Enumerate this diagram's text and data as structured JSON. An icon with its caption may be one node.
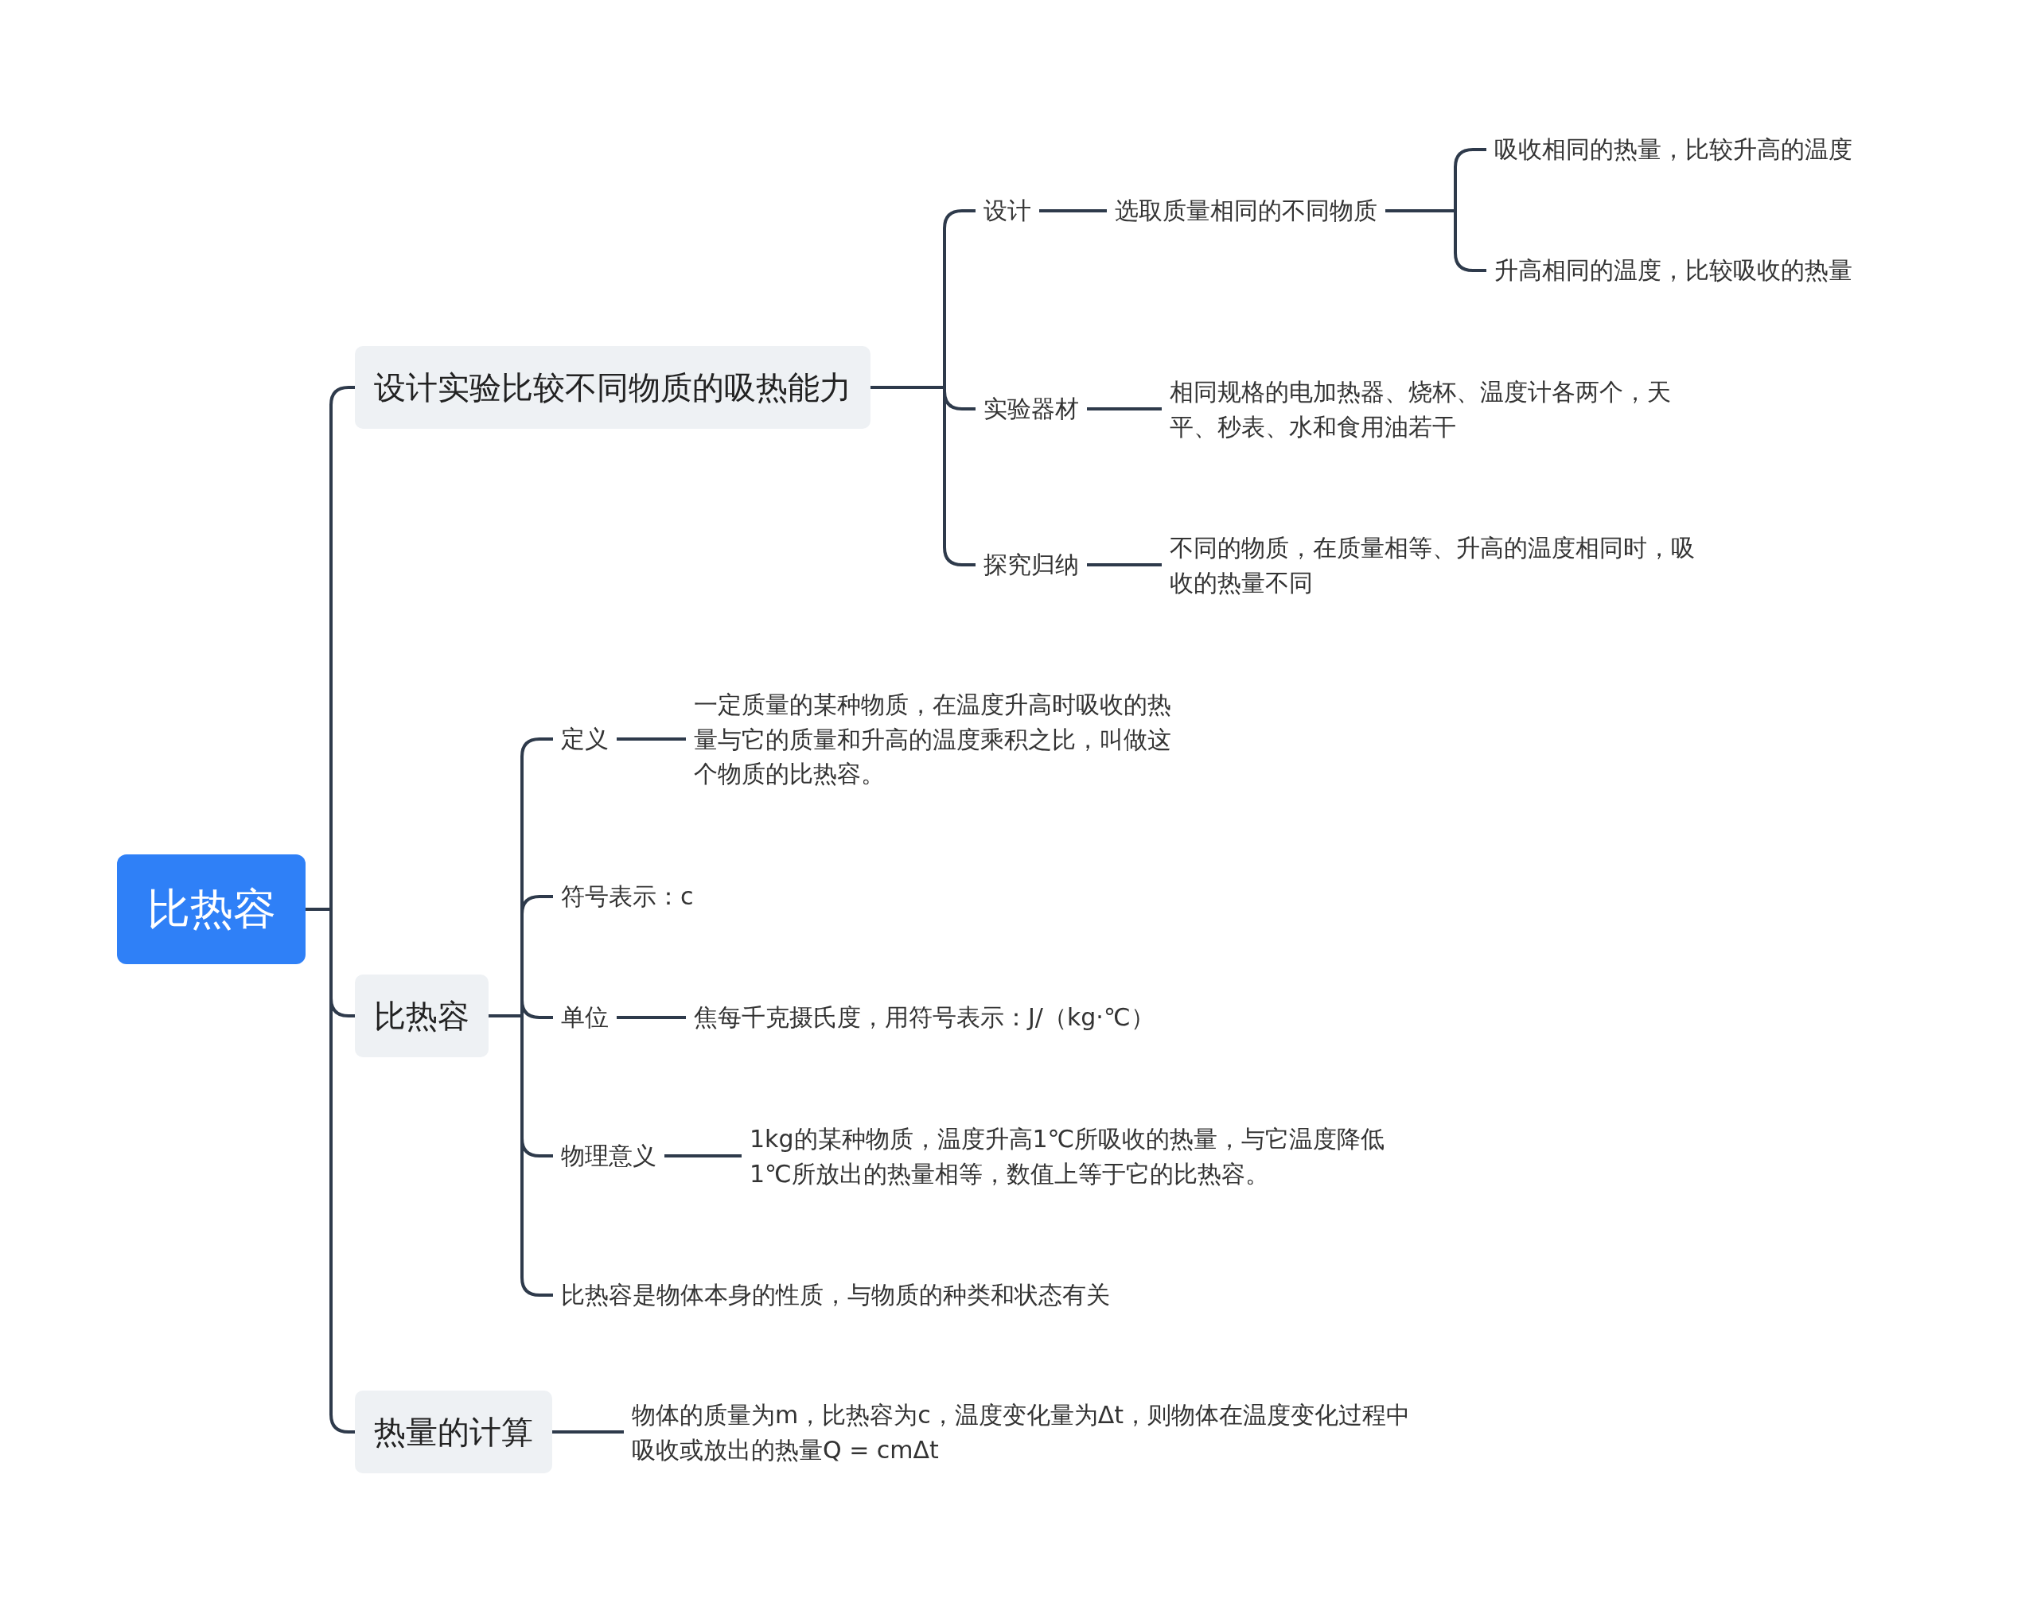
{
  "diagram": {
    "nodes": [
      {
        "text": [
          "比热容"
        ]
      },
      {
        "text": [
          "设计实验比较不同物质的吸热能力"
        ]
      },
      {
        "text": [
          "设计"
        ]
      },
      {
        "text": [
          "选取质量相同的不同物质"
        ]
      },
      {
        "text": [
          "吸收相同的热量，比较升高的温度"
        ]
      },
      {
        "text": [
          "升高相同的温度，比较吸收的热量"
        ]
      },
      {
        "text": [
          "实验器材"
        ]
      },
      {
        "text": [
          "相同规格的电加热器、烧杯、温度计各两个，天平、秒表、水和食用油若干"
        ]
      },
      {
        "text": [
          "探究归纳"
        ]
      },
      {
        "text": [
          "不同的物质，在质量相等、升高的温度相同时，吸收的热量不同"
        ]
      },
      {
        "text": [
          "比热容"
        ]
      },
      {
        "text": [
          "定义"
        ]
      },
      {
        "text": [
          "一定质量的某种物质，在温度升高时吸收的热量与它的质量和升高的温度乘积之比，叫做这个物质的比热容。"
        ]
      },
      {
        "text": [
          "符号表示：c"
        ]
      },
      {
        "text": [
          "单位"
        ]
      },
      {
        "text": [
          "焦每千克摄氏度，用符号表示：J/（kg·℃）"
        ]
      },
      {
        "text": [
          "物理意义"
        ]
      },
      {
        "text": [
          "1kg的某种物质，温度升高1℃所吸收的热量，与它温度降低1℃所放出的热量相等，数值上等于它的比热容。"
        ]
      },
      {
        "text": [
          "比热容是物体本身的性质，与物质的种类和状态有关"
        ]
      },
      {
        "text": [
          "热量的计算"
        ]
      },
      {
        "text": [
          "物体的质量为m，比热容为c，温度变化量为Δt，则物体在温度变化过程中吸收或放出的热量Q = cmΔt"
        ]
      }
    ],
    "edges": [
      {
        "from": 0,
        "to": 1,
        "arrow": "none"
      },
      {
        "from": 0,
        "to": 10,
        "arrow": "none"
      },
      {
        "from": 0,
        "to": 19,
        "arrow": "none"
      },
      {
        "from": 1,
        "to": 2,
        "arrow": "none"
      },
      {
        "from": 1,
        "to": 6,
        "arrow": "none"
      },
      {
        "from": 1,
        "to": 8,
        "arrow": "none"
      },
      {
        "from": 2,
        "to": 3,
        "arrow": "none"
      },
      {
        "from": 3,
        "to": 4,
        "arrow": "none"
      },
      {
        "from": 3,
        "to": 5,
        "arrow": "none"
      },
      {
        "from": 6,
        "to": 7,
        "arrow": "none"
      },
      {
        "from": 8,
        "to": 9,
        "arrow": "none"
      },
      {
        "from": 10,
        "to": 11,
        "arrow": "none"
      },
      {
        "from": 10,
        "to": 13,
        "arrow": "none"
      },
      {
        "from": 10,
        "to": 14,
        "arrow": "none"
      },
      {
        "from": 10,
        "to": 16,
        "arrow": "none"
      },
      {
        "from": 10,
        "to": 18,
        "arrow": "none"
      },
      {
        "from": 11,
        "to": 12,
        "arrow": "none"
      },
      {
        "from": 14,
        "to": 15,
        "arrow": "none"
      },
      {
        "from": 16,
        "to": 17,
        "arrow": "none"
      },
      {
        "from": 19,
        "to": 20,
        "arrow": "none"
      }
    ]
  }
}
